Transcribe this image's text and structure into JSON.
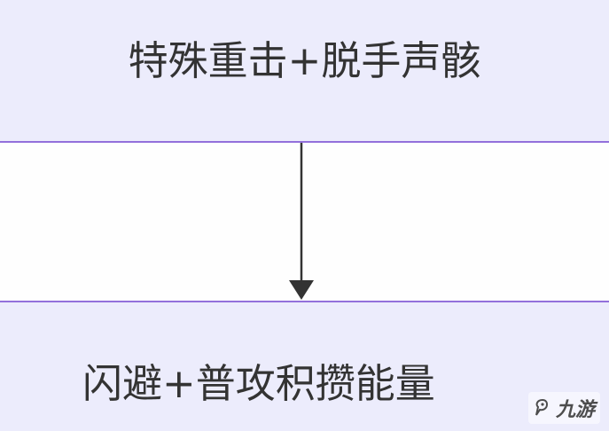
{
  "nodes": {
    "top": {
      "label": "特殊重击+脱手声骸"
    },
    "bottom": {
      "label": "闪避+普攻积攒能量"
    }
  },
  "colors": {
    "node_fill": "#ececfc",
    "node_border": "#9370db",
    "arrow": "#333333",
    "text": "#333333"
  },
  "watermark": {
    "icon": "nine-game-logo-icon",
    "text": "九游"
  }
}
